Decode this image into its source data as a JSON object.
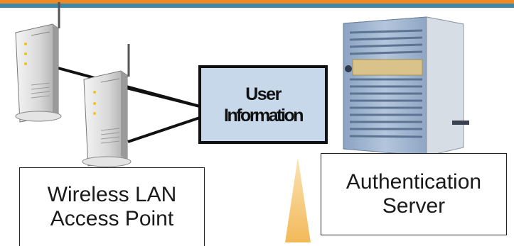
{
  "colors": {
    "top_stripe_orange": "#f08a24",
    "top_stripe_blue": "#3f89a8",
    "user_info_fill": "#c6d8ea",
    "beam": "#f5c26b"
  },
  "user_information": {
    "line1": "User",
    "line2": "Information"
  },
  "access_point_label": {
    "line1": "Wireless LAN",
    "line2": "Access Point"
  },
  "server_label": {
    "line1": "Authentication",
    "line2": "Server"
  },
  "icons": [
    "access-point-icon",
    "access-point-icon",
    "server-tower-icon"
  ]
}
